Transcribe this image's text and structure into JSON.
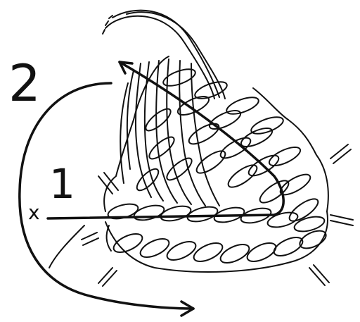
{
  "labels": {
    "step_one": "1",
    "step_two": "2",
    "start_mark": "x"
  },
  "colors": {
    "ink": "#111111",
    "background": "#ffffff"
  }
}
